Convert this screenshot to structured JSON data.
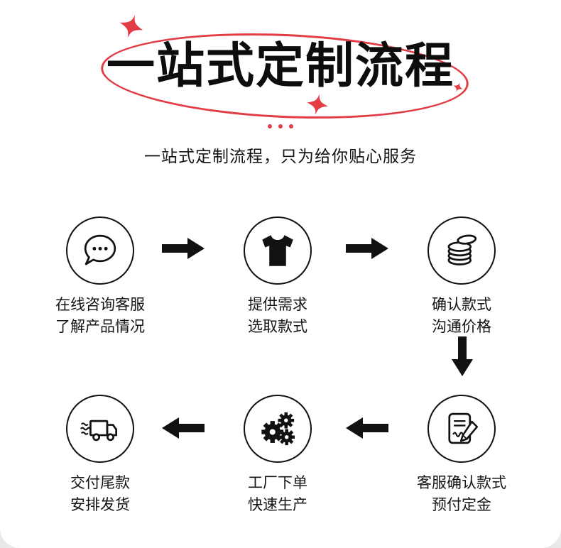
{
  "header": {
    "title": "一站式定制流程",
    "subtitle": "一站式定制流程，只为给你贴心服务"
  },
  "colors": {
    "accent": "#e23c45",
    "text": "#111111"
  },
  "steps": [
    {
      "icon": "chat-bubble-icon",
      "lines": [
        "在线咨询客服",
        "了解产品情况"
      ]
    },
    {
      "icon": "tshirt-icon",
      "lines": [
        "提供需求",
        "选取款式"
      ]
    },
    {
      "icon": "coins-icon",
      "lines": [
        "确认款式",
        "沟通价格"
      ]
    },
    {
      "icon": "contract-pencil-icon",
      "lines": [
        "客服确认款式",
        "预付定金"
      ]
    },
    {
      "icon": "gears-icon",
      "lines": [
        "工厂下单",
        "快速生产"
      ]
    },
    {
      "icon": "delivery-truck-icon",
      "lines": [
        "交付尾款",
        "安排发货"
      ]
    }
  ]
}
